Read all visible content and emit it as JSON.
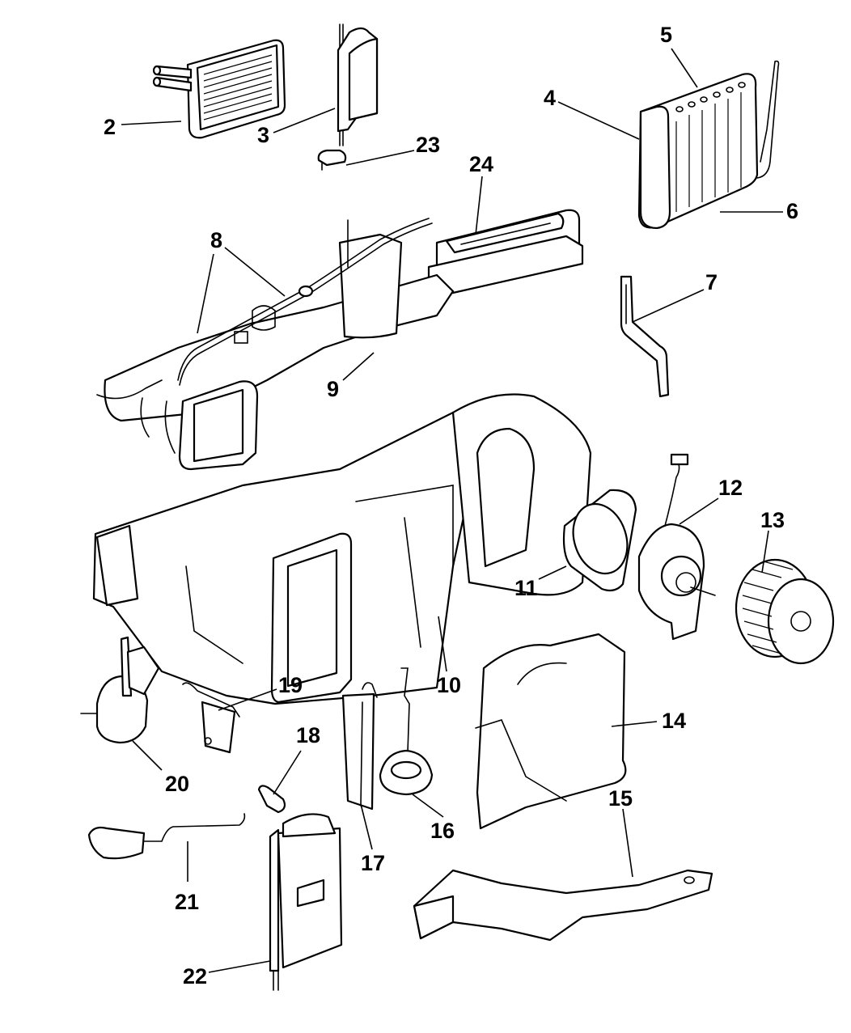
{
  "diagram": {
    "type": "exploded-parts-diagram",
    "subject": "HVAC heater / A/C housing assembly",
    "line_color": "#000000",
    "background": "#ffffff",
    "callouts": [
      {
        "id": "2",
        "label": "2",
        "part": "heater-core"
      },
      {
        "id": "3",
        "label": "3",
        "part": "heater-core-seal"
      },
      {
        "id": "4",
        "label": "4",
        "part": "evaporator-core"
      },
      {
        "id": "5",
        "label": "5",
        "part": "evaporator-seal-top"
      },
      {
        "id": "6",
        "label": "6",
        "part": "evaporator-seal-bottom"
      },
      {
        "id": "7",
        "label": "7",
        "part": "bracket"
      },
      {
        "id": "8",
        "label": "8",
        "part": "vacuum-harness"
      },
      {
        "id": "9",
        "label": "9",
        "part": "upper-housing-cover"
      },
      {
        "id": "10",
        "label": "10",
        "part": "hvac-housing"
      },
      {
        "id": "11",
        "label": "11",
        "part": "blower-motor-gasket"
      },
      {
        "id": "12",
        "label": "12",
        "part": "blower-motor"
      },
      {
        "id": "13",
        "label": "13",
        "part": "blower-wheel"
      },
      {
        "id": "14",
        "label": "14",
        "part": "blower-housing-lower"
      },
      {
        "id": "15",
        "label": "15",
        "part": "floor-duct"
      },
      {
        "id": "16",
        "label": "16",
        "part": "vacuum-actuator"
      },
      {
        "id": "17",
        "label": "17",
        "part": "door"
      },
      {
        "id": "18",
        "label": "18",
        "part": "clip"
      },
      {
        "id": "19",
        "label": "19",
        "part": "lever-bracket"
      },
      {
        "id": "20",
        "label": "20",
        "part": "vacuum-actuator-with-bracket"
      },
      {
        "id": "21",
        "label": "21",
        "part": "actuator-link-rod"
      },
      {
        "id": "22",
        "label": "22",
        "part": "blend-door"
      },
      {
        "id": "23",
        "label": "23",
        "part": "clip-small"
      },
      {
        "id": "24",
        "label": "24",
        "part": "filter-housing-cover"
      }
    ]
  }
}
